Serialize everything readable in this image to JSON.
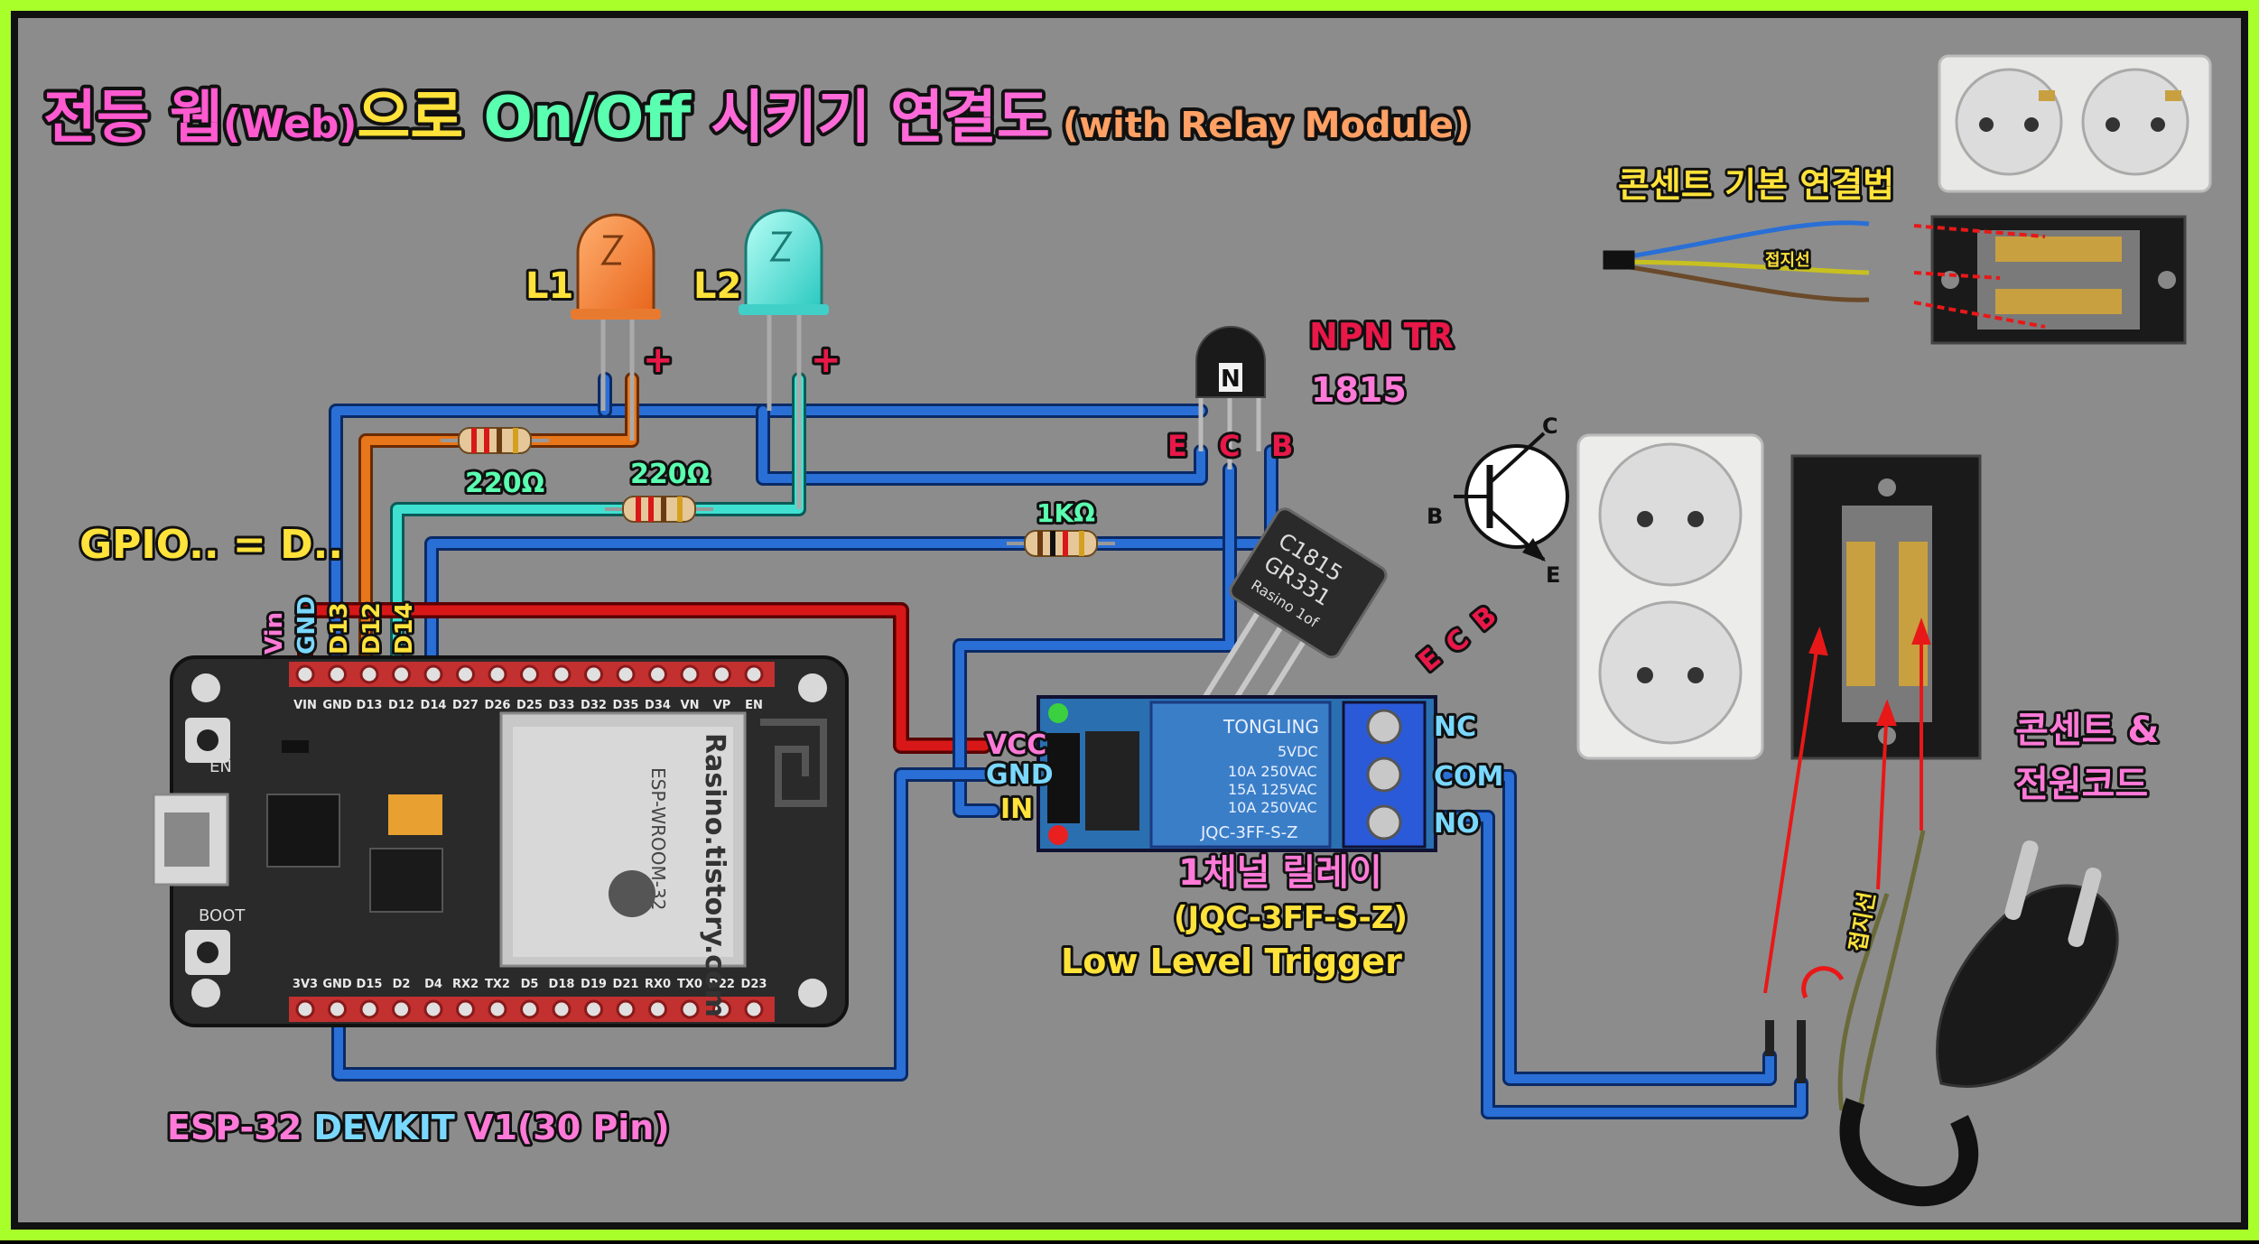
{
  "title": {
    "part1": "전등 웹",
    "part2": "(Web)",
    "part3": "으로 ",
    "part4": "On/Off",
    "part5": " 시키기 ",
    "part6": "연결도",
    "part7": " (with Relay Module)"
  },
  "labels": {
    "l1": "L1",
    "l2": "L2",
    "plus": "+",
    "npn": "NPN TR",
    "npn_num": "1815",
    "r1": "220Ω",
    "r2": "220Ω",
    "r3": "1KΩ",
    "gpio_note": "GPIO.. = D..",
    "tr_e": "E",
    "tr_c": "C",
    "tr_b": "B",
    "sym_c": "C",
    "sym_b": "B",
    "sym_e": "E",
    "tr_body1": "C1815",
    "tr_body2": "GR331",
    "tr_body3": "Rasino 1of",
    "vin": "Vin",
    "gnd": "GND",
    "d13": "D13",
    "d12": "D12",
    "d14": "D14",
    "relay_vcc": "VCC",
    "relay_gnd": "GND",
    "relay_in": "IN",
    "relay_nc": "NC",
    "relay_com": "COM",
    "relay_no": "NO",
    "relay_title": "1채널 릴레이",
    "relay_model": "(JQC-3FF-S-Z)",
    "relay_trigger": "Low Level Trigger",
    "relay_brand": "TONGLING",
    "relay_v": "5VDC",
    "relay_s1": "10A 250VAC",
    "relay_s2": "15A 125VAC",
    "relay_s3": "10A 250VAC",
    "relay_code": "JQC-3FF-S-Z",
    "board_name_a": "ESP-32 ",
    "board_name_b": "DEVKIT",
    "board_name_c": " V1(30 Pin)",
    "board_module": "Rasino.tistory.com",
    "board_module2": "ESP-WROOM-32",
    "btn_en": "EN",
    "btn_boot": "BOOT",
    "outlet_basic": "콘센트 기본 연결법",
    "ground_wire": "접지선",
    "ground_wire2": "접지선",
    "outlet_title1": "콘센트 &",
    "outlet_title2": "전원코드"
  },
  "pins_top": [
    "VIN",
    "GND",
    "D13",
    "D12",
    "D14",
    "D27",
    "D26",
    "D25",
    "D33",
    "D32",
    "D35",
    "D34",
    "VN",
    "VP",
    "EN"
  ],
  "pins_bottom": [
    "3V3",
    "GND",
    "D15",
    "D2",
    "D4",
    "RX2",
    "TX2",
    "D5",
    "D18",
    "D19",
    "D21",
    "RX0",
    "TX0",
    "D22",
    "D23"
  ],
  "colors": {
    "background": "#8c8c8c",
    "frame": "#a8ff2a",
    "wire_blue": "#2a6fd6",
    "wire_red": "#d81818",
    "wire_orange": "#e8761a",
    "wire_cyan": "#3fe0d0",
    "relay_blue": "#3b7ec8"
  }
}
